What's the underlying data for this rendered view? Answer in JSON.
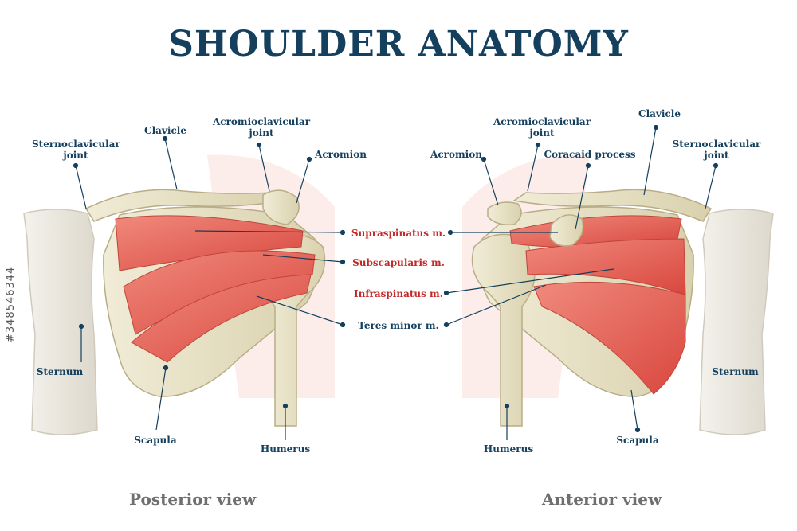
{
  "title": "SHOULDER ANATOMY",
  "posterior": {
    "caption": "Posterior view",
    "labels": {
      "sternoclavicular": "Sternoclavicular",
      "sternoclavicular_2": "joint",
      "clavicle": "Clavicle",
      "acromioclavicular": "Acromioclavicular",
      "acromioclavicular_2": "joint",
      "acromion": "Acromion",
      "sternum": "Sternum",
      "scapula": "Scapula",
      "humerus": "Humerus"
    }
  },
  "anterior": {
    "caption": "Anterior view",
    "labels": {
      "acromioclavicular": "Acromioclavicular",
      "acromioclavicular_2": "joint",
      "clavicle": "Clavicle",
      "acromion": "Acromion",
      "coracoid": "Coracaid process",
      "sternoclavicular": "Sternoclavicular",
      "sternoclavicular_2": "joint",
      "sternum": "Sternum",
      "scapula": "Scapula",
      "humerus": "Humerus"
    }
  },
  "muscles": [
    "Supraspinatus m.",
    "Subscapularis m.",
    "Infraspinatus m.",
    "Teres minor m."
  ],
  "watermark": "#348546344",
  "colors": {
    "title": "#14405e",
    "muscle_label": "#c22a2a",
    "muscle": "#e0655a",
    "bone": "#e6e0c4"
  }
}
